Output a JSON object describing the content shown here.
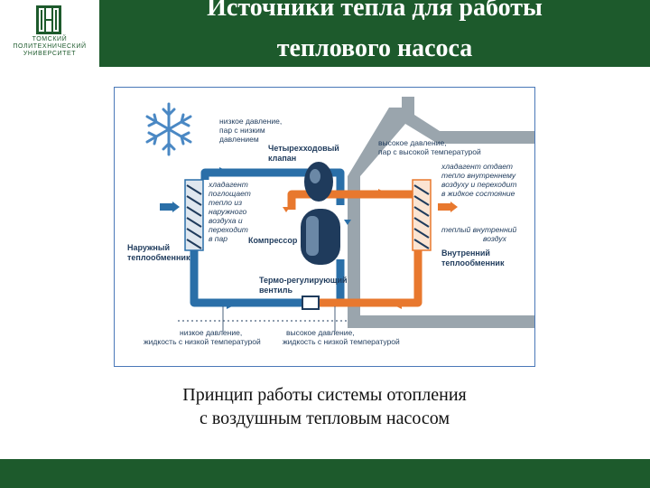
{
  "header": {
    "logo_lines": [
      "ТОМСКИЙ",
      "ПОЛИТЕХНИЧЕСКИЙ",
      "УНИВЕРСИТЕТ"
    ],
    "title_lines": [
      "Источники тепла для работы",
      "теплового насоса"
    ]
  },
  "diagram": {
    "labels": {
      "low_pressure_vapor": [
        "низкое давление,",
        "пар с низким",
        "давлением"
      ],
      "four_way_valve": [
        "Четырехходовый",
        "клапан"
      ],
      "high_pressure_vapor": [
        "высокое давление,",
        "пар с высокой температурой"
      ],
      "refrigerant_releases": [
        "хладагент отдает",
        "тепло внутреннему",
        "воздуху и переходит",
        "в жидкое состояние"
      ],
      "refrigerant_absorbs": [
        "хладагент",
        "поглощает",
        "тепло из",
        "наружного",
        "воздуха и",
        "переходит",
        "в пар"
      ],
      "warm_indoor_air": [
        "теплый внутренний",
        "воздух"
      ],
      "outdoor_exchanger": [
        "Наружный",
        "теплообменник"
      ],
      "compressor": "Компрессор",
      "indoor_exchanger": [
        "Внутренний",
        "теплообменник"
      ],
      "expansion_valve": [
        "Термо-регулирующий",
        "вентиль"
      ],
      "low_pressure_liquid": [
        "низкое давление,",
        "жидкость с низкой температурой"
      ],
      "high_pressure_liquid": [
        "высокое давление,",
        "жидкость с низкой температурой"
      ]
    },
    "colors": {
      "cold_pipe": "#2a6fa8",
      "hot_pipe": "#e8782e",
      "house": "#9aa5ad",
      "snowflake": "#4a88c4"
    }
  },
  "caption_lines": [
    "Принцип работы системы отопления",
    "с воздушным тепловым насосом"
  ],
  "colors": {
    "brand_green": "#1d5a2c",
    "frame_blue": "#4a78b8"
  }
}
